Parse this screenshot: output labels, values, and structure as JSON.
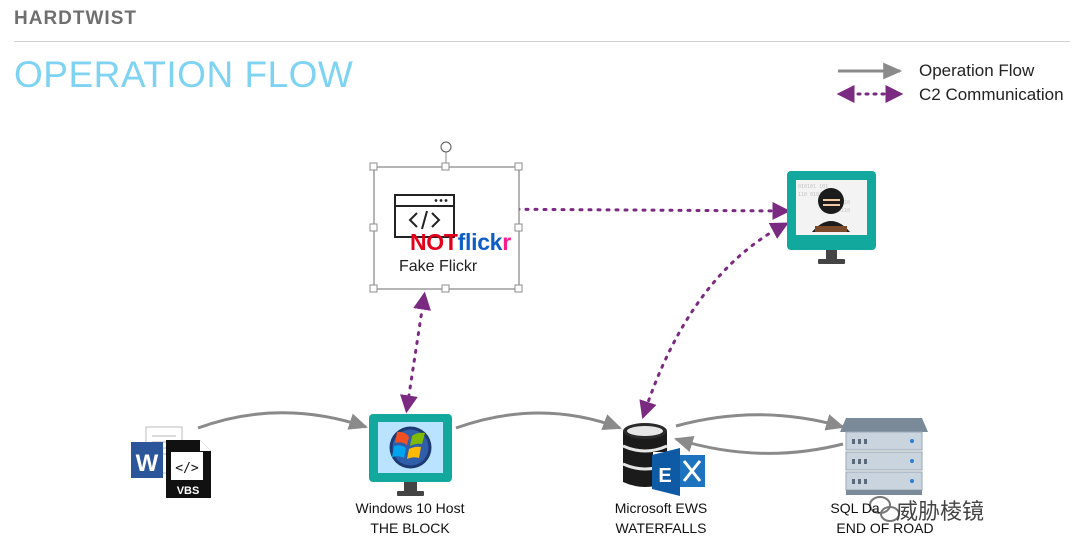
{
  "header": {
    "brand": "HARDTWIST",
    "title": "OPERATION FLOW"
  },
  "legend": [
    {
      "label": "Operation Flow",
      "style": "solid-gray-arrow"
    },
    {
      "label": "C2 Communication",
      "style": "dotted-purple-double-arrow"
    }
  ],
  "nodes": {
    "document": {
      "badge": "VBS"
    },
    "fake_flickr": {
      "logo_not": "NOT",
      "logo_flickr_a": "flick",
      "logo_flickr_b": "r",
      "label": "Fake Flickr"
    },
    "windows_host": {
      "line1": "Windows 10 Host",
      "line2": "THE BLOCK"
    },
    "ews": {
      "line1": "Microsoft EWS",
      "line2": "WATERFALLS"
    },
    "sql": {
      "line1": "SQL Da",
      "line2": "END OF ROAD"
    }
  },
  "watermark": "威胁棱镜",
  "colors": {
    "title": "#7ed3f3",
    "monitor": "#13a89e",
    "c2": "#7b2a82",
    "flow": "#8a8a8a"
  }
}
